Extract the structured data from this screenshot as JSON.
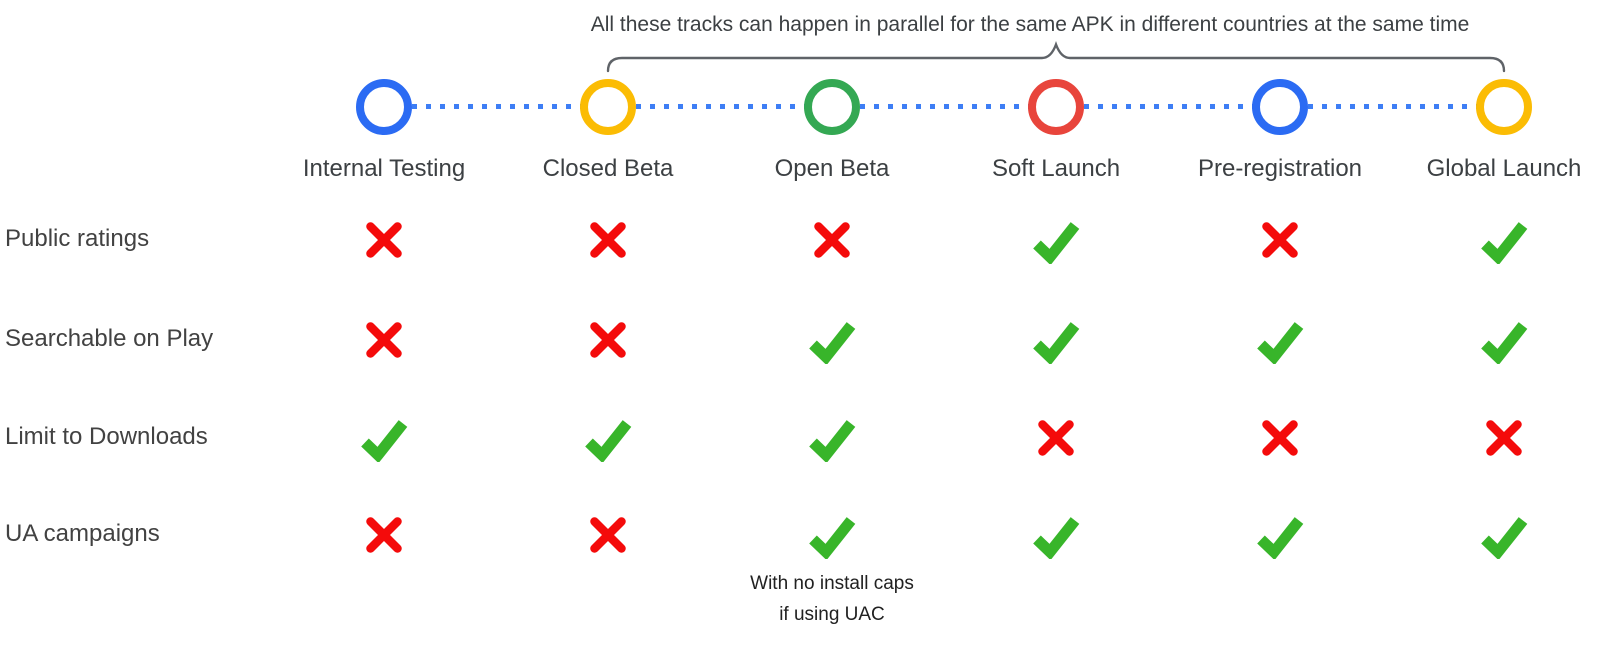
{
  "title": "All these tracks can happen in parallel for the same APK in different countries at the same time",
  "tracks": [
    {
      "label": "Internal Testing",
      "color": "#2b6bf3"
    },
    {
      "label": "Closed Beta",
      "color": "#fbbc04"
    },
    {
      "label": "Open Beta",
      "color": "#34a853"
    },
    {
      "label": "Soft Launch",
      "color": "#e8453c"
    },
    {
      "label": "Pre-registration",
      "color": "#2b6bf3"
    },
    {
      "label": "Global Launch",
      "color": "#fbbc04"
    }
  ],
  "features": [
    {
      "label": "Public ratings",
      "values": [
        "no",
        "no",
        "no",
        "yes",
        "no",
        "yes"
      ]
    },
    {
      "label": "Searchable on Play",
      "values": [
        "no",
        "no",
        "yes",
        "yes",
        "yes",
        "yes"
      ]
    },
    {
      "label": "Limit to Downloads",
      "values": [
        "yes",
        "yes",
        "yes",
        "no",
        "no",
        "no"
      ]
    },
    {
      "label": "UA campaigns",
      "values": [
        "no",
        "no",
        "yes",
        "yes",
        "yes",
        "yes"
      ]
    }
  ],
  "footnote": {
    "line1": "With no install caps",
    "line2": "if using UAC"
  },
  "icons": {
    "yes": "check-icon",
    "no": "cross-icon"
  },
  "colors": {
    "check": "#38b52a",
    "cross": "#f40b0b",
    "dotted_line": "#3d7ef5",
    "brace": "#5f6368",
    "title_text": "#3c4043",
    "label_text": "#424242"
  }
}
